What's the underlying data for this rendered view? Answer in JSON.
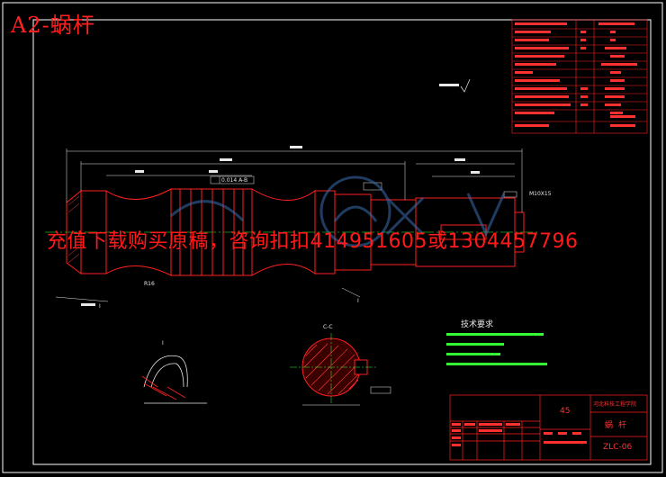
{
  "title": "A2-蜗杆",
  "watermark": "充值下载购买原稿，咨询扣扣414951605或1304457796",
  "tech_requirements": {
    "heading": "技术要求",
    "items": []
  },
  "title_block": {
    "material": "45",
    "school": "河北科技工程学院",
    "part_name": "蜗杆",
    "drawing_no": "ZLC-06"
  },
  "labels": {
    "section_cc": "C-C",
    "section_i": "I",
    "view_i_left": "I",
    "view_i_right": "I",
    "thread": "M10X15",
    "radius": "R16",
    "tolerance_frame": "0.014 A-B"
  },
  "colors": {
    "background": "#000000",
    "frame": "#ffffff",
    "part": "#ff2020",
    "dimension": "#e8e8e8",
    "center_line": "#33ff33",
    "hatch": "#ff4040",
    "watermark": "#ff1a1a"
  }
}
